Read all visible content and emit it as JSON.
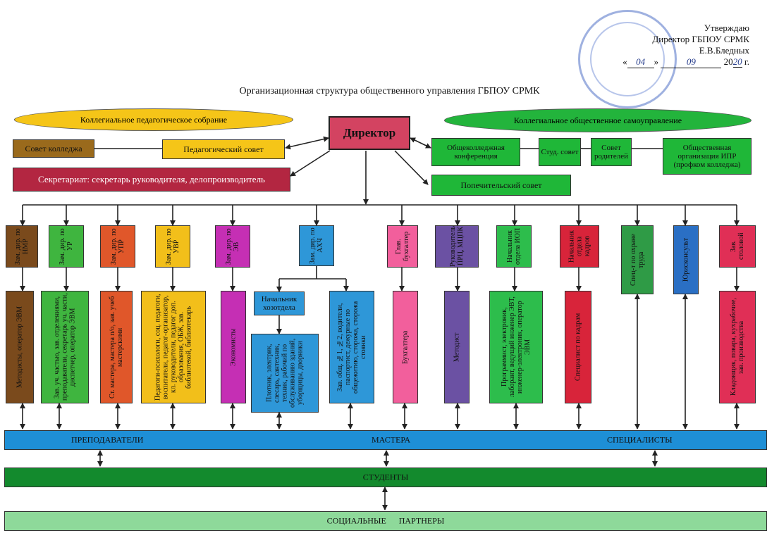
{
  "approval": {
    "line1": "Утверждаю",
    "line2": "Директор ГБПОУ СРМК",
    "line3": "Е.В.Бледных",
    "date_open": "«",
    "day": "04",
    "date_close": "»",
    "month": "09",
    "year_prefix": "20",
    "year_suffix": "20",
    "year_unit": "г."
  },
  "title": "Организационная структура общественного управления ГБПОУ СРМК",
  "ellipses": {
    "left": "Коллегиальное педагогическое собрание",
    "right": "Коллегиальное общественное самоуправление"
  },
  "director": "Директор",
  "left_boxes": {
    "college_council": "Совет колледжа",
    "ped_council": "Педагогический совет",
    "secretariat": "Секретариат: секретарь руководителя, делопроизводитель"
  },
  "right_boxes": {
    "conference": "Общеколледжная конференция",
    "student_council": "Студ. совет",
    "parents_council": "Совет родителей",
    "public_org": "Общественная организация ИПР (профком колледжа)",
    "trustees": "Попечительский совет"
  },
  "deputies": [
    {
      "label": "Зам. дир. по НМР",
      "color": "#7a4a1c"
    },
    {
      "label": "Зам. дир. по УР",
      "color": "#3fb53f"
    },
    {
      "label": "Зам. дир. по УПР",
      "color": "#e0572a"
    },
    {
      "label": "Зам. дир. по УВР",
      "color": "#f2bf1a"
    },
    {
      "label": "Зам. дир. по ЭВ",
      "color": "#c52fb4"
    },
    {
      "label": "Зам. дир. по АХЧ",
      "color": "#2e97d8"
    },
    {
      "label": "Глав. бухгалтер",
      "color": "#f25f9c"
    },
    {
      "label": "Руководитель ПРЦ, МЦПК",
      "color": "#6b51a3"
    },
    {
      "label": "Начальник отдела ИОП",
      "color": "#2dbd4c"
    },
    {
      "label": "Начальник отдела кадров",
      "color": "#d8243a"
    },
    {
      "label": "Спец-т по охране труда",
      "color": "#2f9b46"
    },
    {
      "label": "Юрисконсульт",
      "color": "#2a6fc4"
    },
    {
      "label": "Зав. столовой",
      "color": "#e02f56"
    }
  ],
  "ahch": {
    "head": "Начальник хозотдела",
    "workers": "Плотник, электрик, слесарь, сантехник, техник, рабочий по обслуживанию зданий, уборщицы, дворники",
    "dorm": "Зав. общ. №1, №2, водители, паспортист, дежурные по общежитию, сторожа, сторожа стоянки"
  },
  "subordinates": [
    "Методисты, оператор ЭВМ",
    "Зав. уч. частью, зав. отделениями, преподаватели, секретарь уч. части, диспетчер, оператор ЭВМ",
    "Ст. мастера, мастера п/о, зав. учеб мастерскими",
    "Педагоги-психологи, соц. педагоги, воспитатели, педагог-организатор, кл. руководители, педагог доп. образования, ОБЖ, зав. библиотекой, библиотекарь",
    "Экономисты",
    "Бухгалтера",
    "Методист",
    "Программист, электроник, лаборант, ведущий инженер ЭВТ, инженер-электроник, оператор ЭВМ",
    "Специалист по кадрам",
    "Кладовщик, повара, кухрабочие, зав. производства"
  ],
  "bands": {
    "teachers": "ПРЕПОДАВАТЕЛИ",
    "masters": "МАСТЕРА",
    "specialists": "СПЕЦИАЛИСТЫ",
    "students": "СТУДЕНТЫ",
    "partners": "СОЦИАЛЬНЫЕ      ПАРТНЕРЫ"
  }
}
